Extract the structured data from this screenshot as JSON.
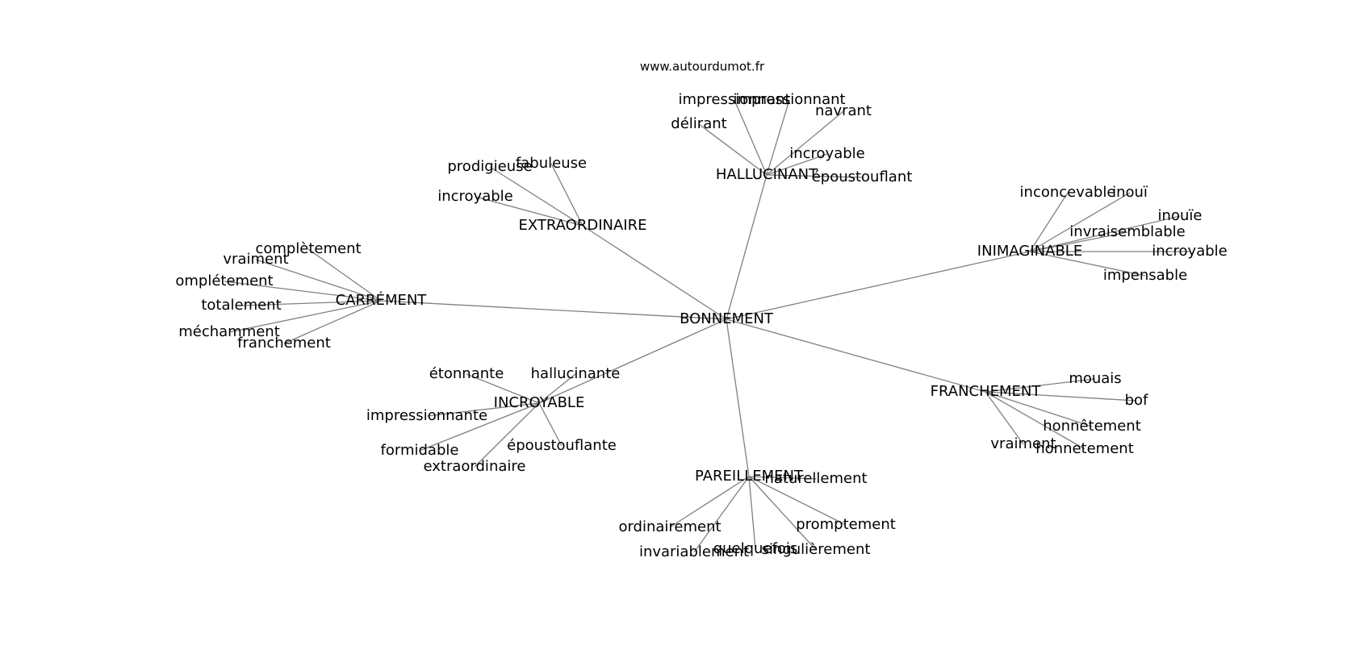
{
  "watermark": "www.autourdumot.fr",
  "graph": {
    "center": "BONNEMENT",
    "clusters": [
      {
        "id": "hallucinant",
        "label": "HALLUCINANT",
        "leaves": [
          "impressionnant",
          "impressionnant",
          "navrant",
          "délirant",
          "incroyable",
          "époustouflant"
        ]
      },
      {
        "id": "extraordinaire",
        "label": "EXTRAORDINAIRE",
        "leaves": [
          "prodigieuse",
          "fabuleuse",
          "incroyable"
        ]
      },
      {
        "id": "inimaginable",
        "label": "INIMAGINABLE",
        "leaves": [
          "inconcevable",
          "inouï",
          "inouïe",
          "invraisemblable",
          "incroyable",
          "impensable"
        ]
      },
      {
        "id": "carrement",
        "label": "CARRÉMENT",
        "leaves": [
          "complètement",
          "vraiment",
          "omplétement",
          "totalement",
          "méchamment",
          "franchement"
        ]
      },
      {
        "id": "incroyable",
        "label": "INCROYABLE",
        "leaves": [
          "étonnante",
          "hallucinante",
          "impressionnante",
          "formidable",
          "époustouflante",
          "extraordinaire"
        ]
      },
      {
        "id": "franchement",
        "label": "FRANCHEMENT",
        "leaves": [
          "mouais",
          "bof",
          "honnêtement",
          "vraiment",
          "honnetement"
        ]
      },
      {
        "id": "pareillement",
        "label": "PAREILLEMENT",
        "leaves": [
          "naturellement",
          "ordinairement",
          "promptement",
          "invariablement",
          "quelquefois",
          "singulièrement"
        ]
      }
    ]
  }
}
